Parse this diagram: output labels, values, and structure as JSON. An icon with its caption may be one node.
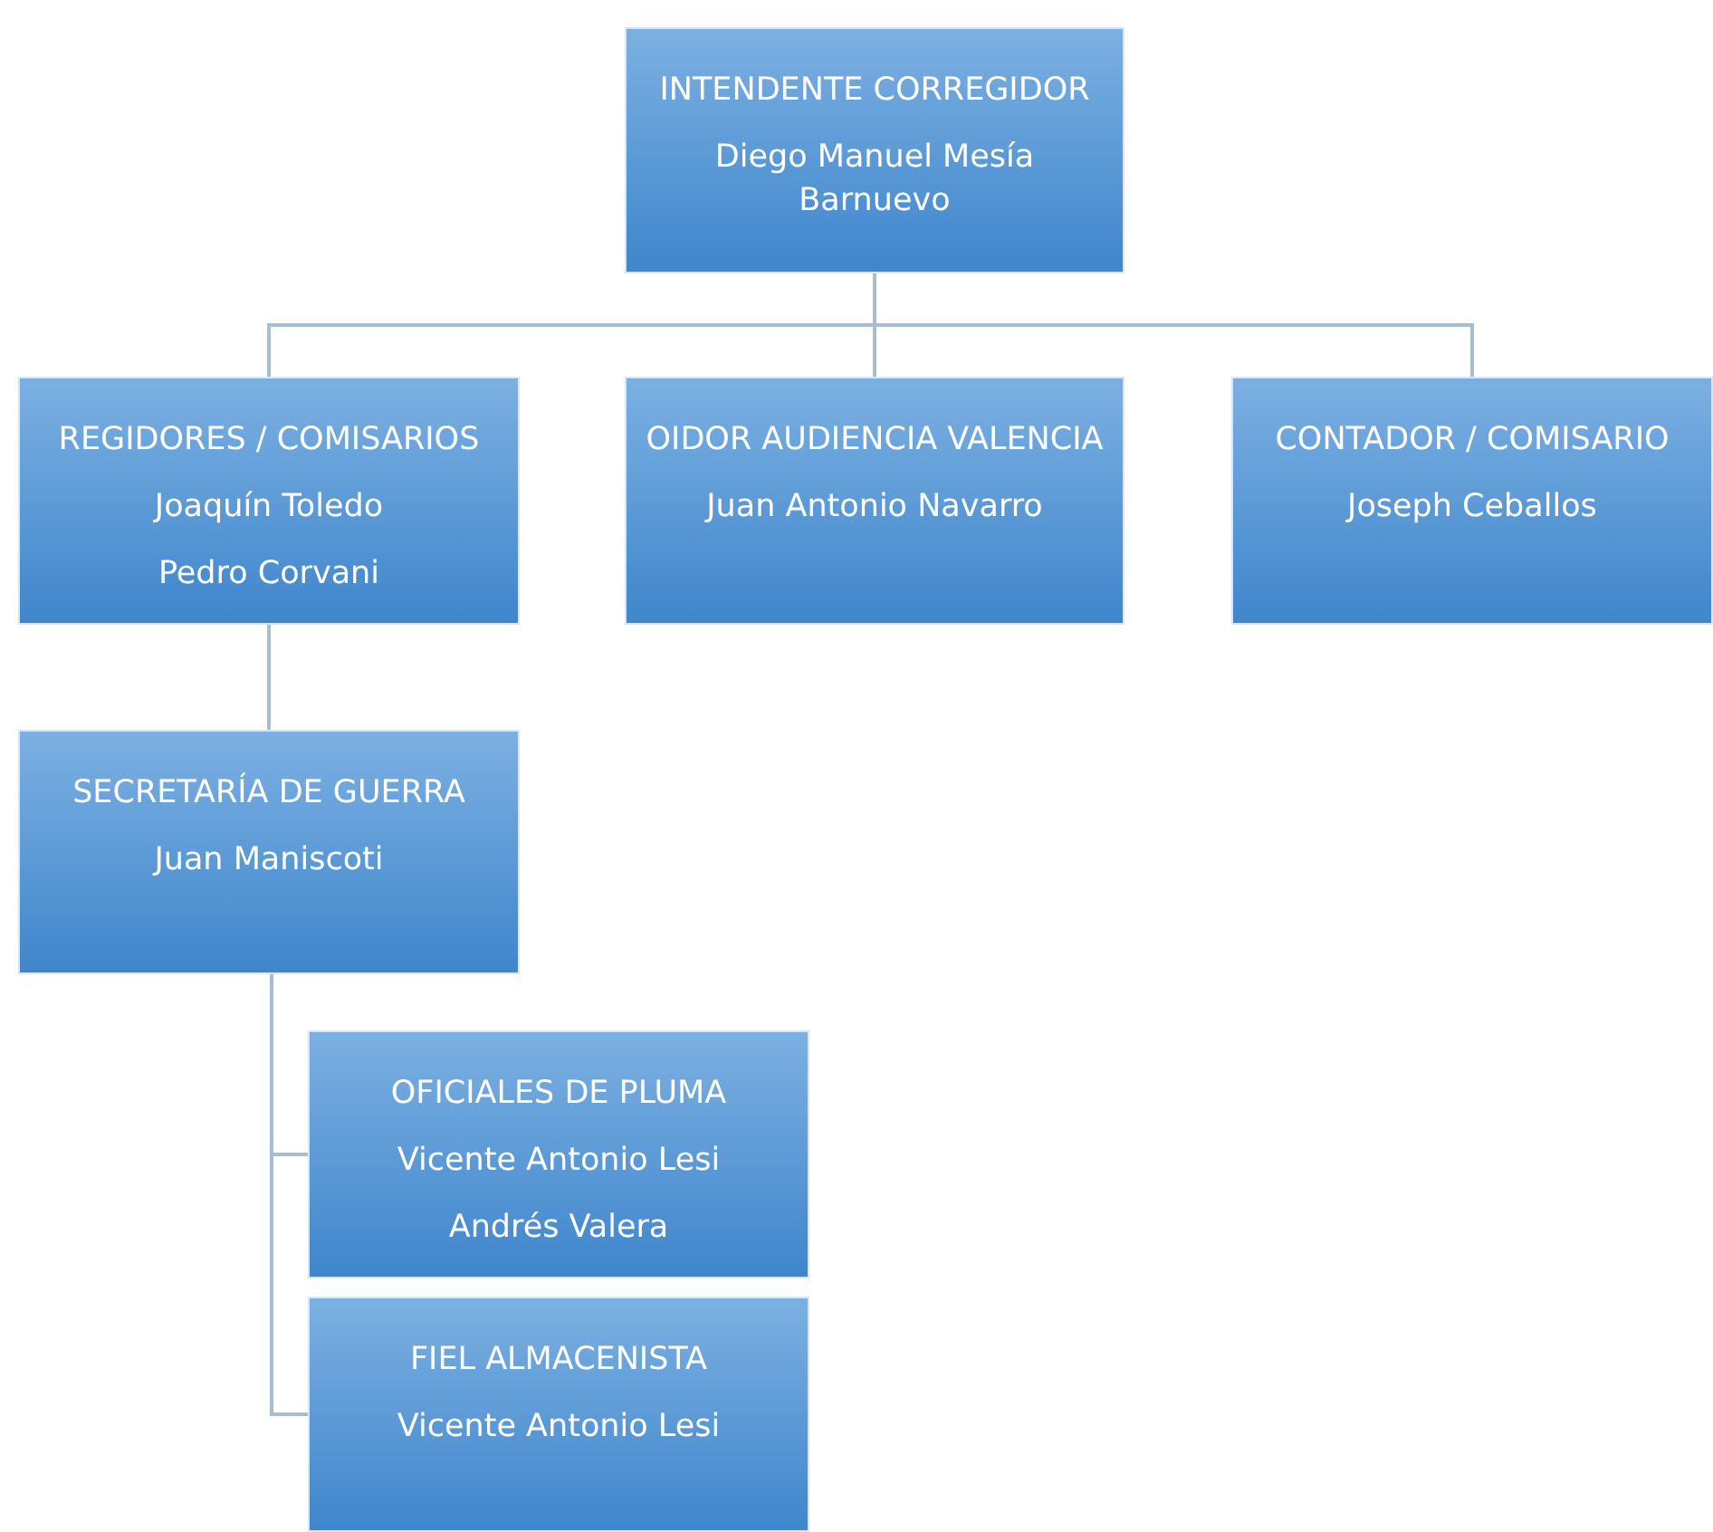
{
  "diagram": {
    "nodes": [
      {
        "text": [
          "INTENDENTE CORREGIDOR",
          "Diego Manuel Mesía Barnuevo"
        ]
      },
      {
        "text": [
          "REGIDORES / COMISARIOS",
          "Joaquín Toledo",
          "Pedro Corvani"
        ]
      },
      {
        "text": [
          "OIDOR AUDIENCIA VALENCIA",
          "Juan Antonio Navarro"
        ]
      },
      {
        "text": [
          "CONTADOR / COMISARIO",
          "Joseph Ceballos"
        ]
      },
      {
        "text": [
          "SECRETARÍA DE GUERRA",
          "Juan Maniscoti"
        ]
      },
      {
        "text": [
          "OFICIALES DE PLUMA",
          "Vicente Antonio Lesi",
          "Andrés Valera"
        ]
      },
      {
        "text": [
          "FIEL ALMACENISTA",
          "Vicente Antonio Lesi"
        ]
      }
    ],
    "edges": [
      {
        "from": 0,
        "to": 1,
        "arrow": "none"
      },
      {
        "from": 0,
        "to": 2,
        "arrow": "none"
      },
      {
        "from": 0,
        "to": 3,
        "arrow": "none"
      },
      {
        "from": 1,
        "to": 4,
        "arrow": "none"
      },
      {
        "from": 4,
        "to": 5,
        "arrow": "none"
      },
      {
        "from": 4,
        "to": 6,
        "arrow": "none"
      }
    ]
  }
}
